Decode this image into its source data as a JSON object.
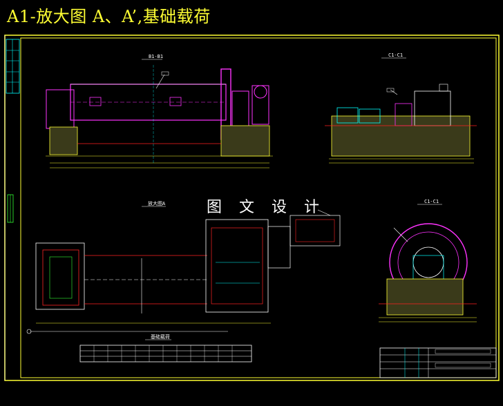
{
  "title": "A1-放大图 A、A’,基础载荷",
  "watermark": "图 文 设 计",
  "views": {
    "top_left": "B1-B1",
    "top_right": "C1-C1",
    "mid_left": "放大图A",
    "mid_right": "C1-C1",
    "table_caption": "基础载荷"
  },
  "colors": {
    "background": "#000000",
    "title": "#ffff33",
    "frame": "#ffff33",
    "cyan": "#00ffff",
    "magenta": "#ff33ff",
    "red": "#ff2222",
    "white": "#ffffff",
    "green": "#33ff33"
  }
}
